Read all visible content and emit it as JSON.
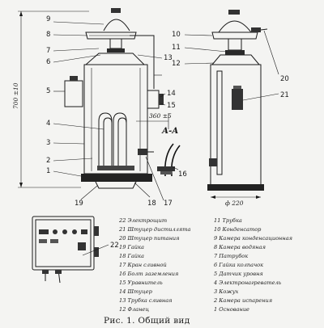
{
  "callouts": {
    "n1": "1",
    "n2": "2",
    "n3": "3",
    "n4": "4",
    "n5": "5",
    "n6": "6",
    "n7": "7",
    "n8": "8",
    "n9": "9",
    "n10": "10",
    "n11": "11",
    "n12": "12",
    "n13": "13",
    "n14": "14",
    "n15": "15",
    "n16": "16",
    "n17": "17",
    "n18": "18",
    "n19": "19",
    "n20": "20",
    "n21": "21",
    "n22": "22"
  },
  "dimensions": {
    "height": "700 ±10",
    "offset": "360 ±5",
    "diameter": "ф 220",
    "section": "А-А"
  },
  "legend_left": [
    "22 Электрощит",
    "21 Штуцер дистиллята",
    "20 Штуцер питания",
    "19 Гайка",
    "18 Гайка",
    "17 Кран сливной",
    "16 Болт заземления",
    "15 Уравнитель",
    "14 Штуцер",
    "13 Трубка сливная",
    "12 Фланец"
  ],
  "legend_right": [
    "11 Трубка",
    "10 Конденсатор",
    "9 Камера конденсационная",
    "8 Камера водяная",
    "7 Патрубок",
    "6 Гайка колпачок",
    "5 Датчик уровня",
    "4 Электронагреватель",
    "3 Кожух",
    "2 Камера испарения",
    "1 Основание"
  ],
  "caption": "Рис. 1. Общий вид"
}
